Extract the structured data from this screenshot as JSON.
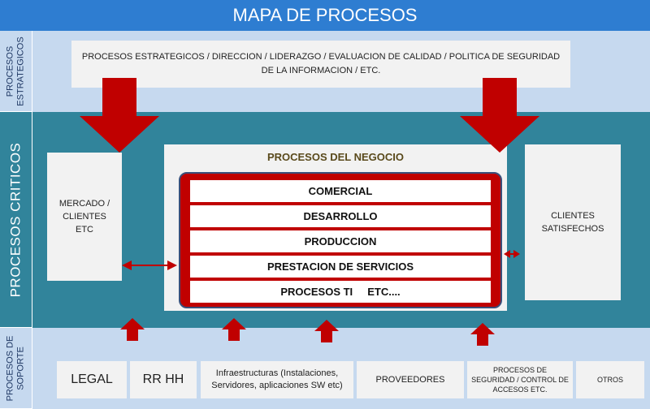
{
  "title": "MAPA DE PROCESOS",
  "side_labels": {
    "estrategicos_line1": "PROCESOS",
    "estrategicos_line2": "ESTRATEGICOS",
    "criticos": "PROCESOS CRITICOS",
    "soporte_line1": "PROCESOS DE",
    "soporte_line2": "SOPORTE"
  },
  "strategic": {
    "text": "PROCESOS ESTRATEGICOS / DIRECCION / LIDERAZGO / EVALUACION DE CALIDAD / POLITICA DE SEGURIDAD DE LA INFORMACION / ETC."
  },
  "critical": {
    "mercado": "MERCADO / CLIENTES ETC",
    "clientes": "CLIENTES SATISFECHOS",
    "negocio_title": "PROCESOS DEL NEGOCIO",
    "processes": [
      "COMERCIAL",
      "DESARROLLO",
      "PRODUCCION",
      "PRESTACION DE SERVICIOS",
      "PROCESOS TI     ETC...."
    ]
  },
  "support": {
    "items": [
      "LEGAL",
      "RR HH",
      "Infraestructuras (Instalaciones, Servidores, aplicaciones SW etc)",
      "PROVEEDORES",
      "PROCESOS DE SEGURIDAD / CONTROL DE ACCESOS ETC.",
      "OTROS"
    ]
  },
  "colors": {
    "header": "#2e7dd1",
    "band_light": "#c6d9ef",
    "band_teal": "#31849b",
    "arrow_red": "#c00000",
    "box": "#f2f2f2"
  }
}
